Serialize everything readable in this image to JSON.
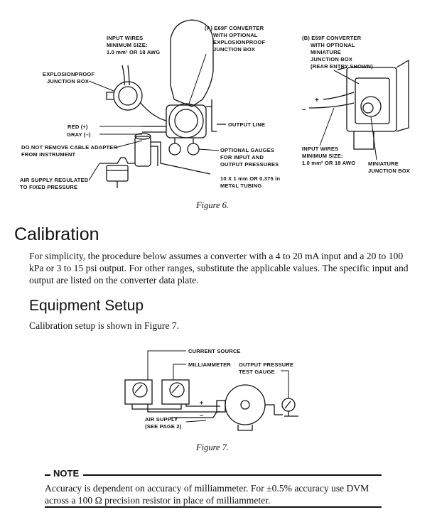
{
  "figure6": {
    "caption": "Figure 6.",
    "labels": {
      "a_title": [
        "(A) E69F CONVERTER",
        "WITH OPTIONAL",
        "EXPLOSIONPROOF",
        "JUNCTION BOX"
      ],
      "input_wires_a": [
        "INPUT WIRES",
        "MINIMUM SIZE:",
        "1.0 mm² OR 18 AWG"
      ],
      "explosionproof_box": [
        "EXPLOSIONPROOF",
        "JUNCTION BOX"
      ],
      "red": "RED  (+)",
      "gray": "GRAY  (–)",
      "do_not_remove": [
        "DO NOT REMOVE  CABLE ADAPTER",
        "FROM INSTRUMENT"
      ],
      "air_supply": [
        "AIR SUPPLY REGULATED",
        "TO FIXED PRESSURE"
      ],
      "output_line": "OUTPUT LINE",
      "optional_gauges": [
        "OPTIONAL GAUGES",
        "FOR INPUT AND",
        "OUTPUT  PRESSURES"
      ],
      "tubing": [
        "10 X 1 mm OR 0.375 in",
        "METAL TUBING"
      ],
      "b_title": [
        "(B) E69F CONVERTER",
        "WITH OPTIONAL",
        "MINIATURE",
        "JUNCTION BOX",
        "(REAR ENTRY SHOWN)"
      ],
      "plus": "+",
      "minus": "–",
      "input_wires_b": [
        "INPUT WIRES",
        "MINIMUM SIZE:",
        "1.0 mm² OR 18 AWG"
      ],
      "miniature_box": [
        "MINIATURE",
        "JUNCTION BOX"
      ]
    }
  },
  "calibration": {
    "heading": "Calibration",
    "paragraph": "For simplicity, the procedure below assumes a converter with a 4 to 20 mA input and a 20 to 100 kPa or 3 to 15 psi output. For other ranges, substitute the applicable values. The specific input and output are listed on the converter data plate."
  },
  "equipment_setup": {
    "heading": "Equipment Setup",
    "paragraph": "Calibration setup is shown in Figure 7."
  },
  "figure7": {
    "caption": "Figure 7.",
    "labels": {
      "current_source": "CURRENT SOURCE",
      "milliammeter": "MILLIAMMETER",
      "output_gauge": [
        "OUTPUT PRESSURE",
        "TEST GAUGE"
      ],
      "air_supply": [
        "AIR SUPPLY",
        "(SEE PAGE 2)"
      ],
      "plus": "+",
      "minus": "–"
    }
  },
  "note": {
    "title": "NOTE",
    "text": "Accuracy is dependent on accuracy of milliammeter. For ±0.5% accuracy use DVM across a 100 Ω precision resistor in place of milliammeter."
  }
}
